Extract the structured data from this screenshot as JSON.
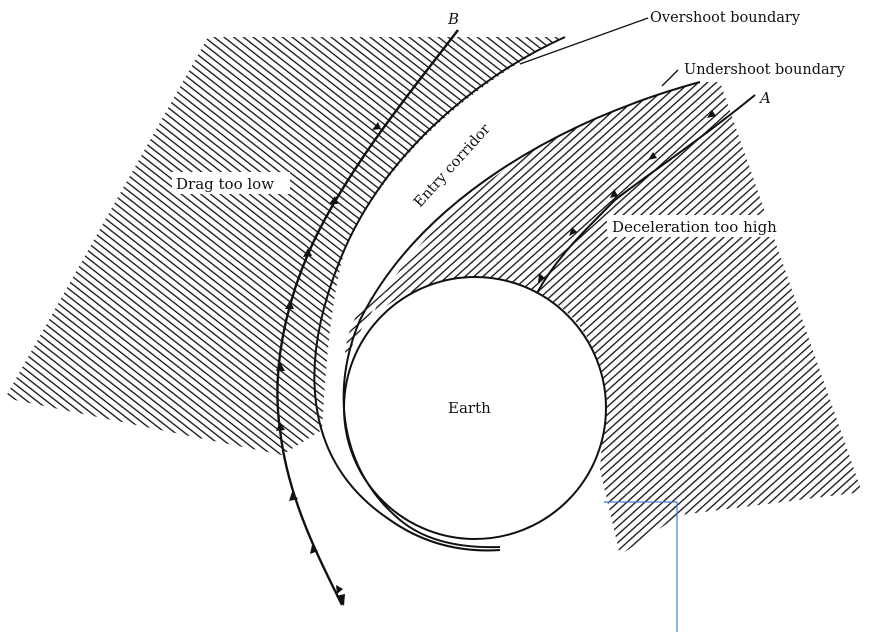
{
  "labels": {
    "overshoot": "Overshoot boundary",
    "undershoot": "Undershoot boundary",
    "drag": "Drag too low",
    "decel": "Deceleration too high",
    "corridor": "Entry corridor",
    "earth": "Earth",
    "point_a": "A",
    "point_b": "B"
  },
  "colors": {
    "ink": "#111111",
    "background": "#ffffff",
    "marker_line": "#4a7fd1"
  }
}
